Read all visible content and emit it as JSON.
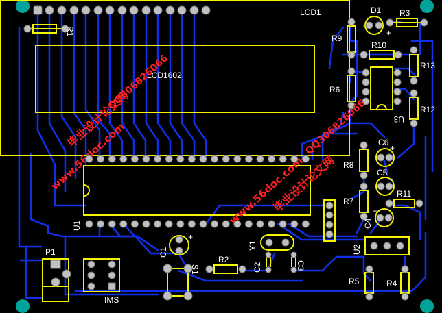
{
  "designators": {
    "lcd1": "LCD1",
    "lcd1602": "LCD1602",
    "r1": "R1",
    "d1": "D1",
    "r3": "R3",
    "r9": "R9",
    "r10": "R10",
    "r13": "R13",
    "r6": "R6",
    "r12": "R12",
    "u3": "U3",
    "c6": "C6",
    "r8": "R8",
    "c5": "C5",
    "r7": "R7",
    "r11": "R11",
    "c4": "C4",
    "u1": "U1",
    "u2": "U2",
    "c1": "C1",
    "r2": "R2",
    "y1": "Y1",
    "c2": "C2",
    "c3": "C3",
    "s1": "S1",
    "p1": "P1",
    "ims": "IMS",
    "r5": "R5",
    "r4": "R4",
    "plus_d1": "+",
    "plus_c6": "+",
    "plus_c5": "+",
    "plus_c4": "+",
    "plus_c1": "+"
  },
  "watermarks": {
    "site": "www.56doc.com",
    "site_cn": "毕业设计论文网",
    "qq": "QQ306826066"
  },
  "colors": {
    "board": "#000000",
    "silkscreen": "#f4f400",
    "trace": "#1030e8",
    "pad": "#c0c0c0",
    "mounting_hole": "#00a39a",
    "watermark": "#ff2020"
  }
}
